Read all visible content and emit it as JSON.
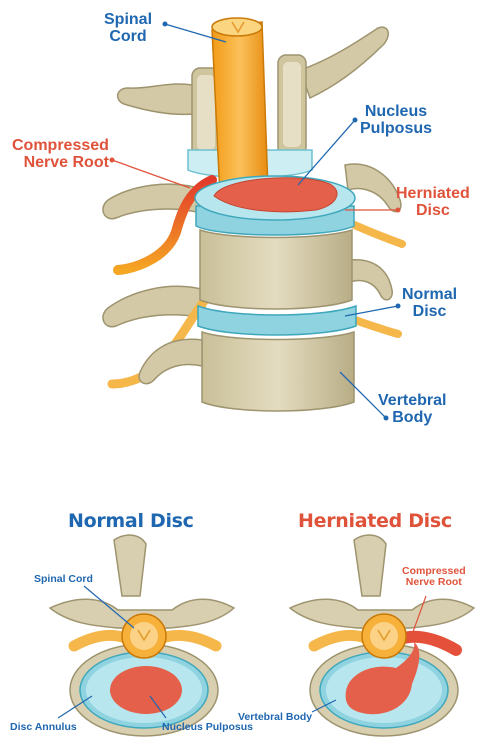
{
  "top_labels": {
    "spinal_cord": [
      "Spinal",
      "Cord"
    ],
    "nucleus_pulposus": [
      "Nucleus",
      "Pulposus"
    ],
    "compressed_nerve_root": [
      "Compressed",
      "Nerve Root"
    ],
    "herniated_disc": [
      "Herniated",
      "Disc"
    ],
    "normal_disc": [
      "Normal",
      "Disc"
    ],
    "vertebral_body": [
      "Vertebral",
      "Body"
    ]
  },
  "bottom_left": {
    "title": "Normal Disc",
    "spinal_cord": "Spinal Cord",
    "disc_annulus": "Disc Annulus",
    "nucleus_pulposus": "Nucleus Pulposus"
  },
  "bottom_right": {
    "title": "Herniated Disc",
    "compressed_nerve_root": [
      "Compressed",
      "Nerve Root"
    ],
    "vertebral_body": "Vertebral Body"
  },
  "colors": {
    "bone": "#d8cfb0",
    "bone_dark": "#b5ab86",
    "cord": "#f5a623",
    "disc": "#8fd3e0",
    "nucleus": "#e5604a",
    "blue_text": "#1f67b0",
    "red_text": "#e0533b"
  }
}
